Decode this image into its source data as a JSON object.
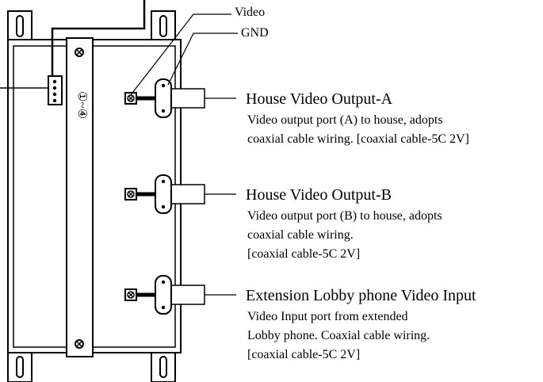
{
  "callouts": {
    "video": "Video",
    "gnd": "GND"
  },
  "connector_label": "①~④",
  "outputs": [
    {
      "title": "House Video Output-A",
      "lines": [
        "Video output port (A) to house, adopts",
        "coaxial cable wiring. [coaxial cable-5C 2V]"
      ]
    },
    {
      "title": "House  Video Output-B",
      "lines": [
        "Video output port (B) to house, adopts",
        "coaxial cable wiring.",
        "[coaxial cable-5C 2V]"
      ]
    },
    {
      "title": "Extension Lobby phone Video Input",
      "lines": [
        "Video Input port from extended",
        "Lobby phone. Coaxial cable wiring.",
        "[coaxial cable-5C 2V]"
      ]
    }
  ]
}
